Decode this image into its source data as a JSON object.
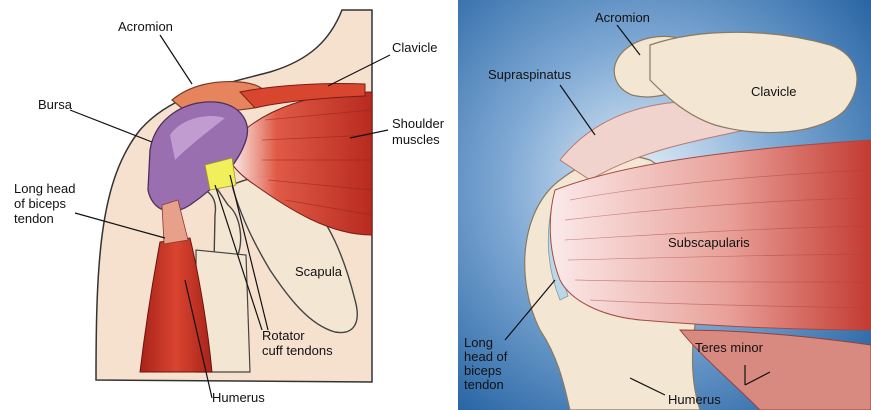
{
  "left_panel": {
    "labels": {
      "acromion": "Acromion",
      "clavicle": "Clavicle",
      "bursa": "Bursa",
      "shoulder_muscles": [
        "Shoulder",
        "muscles"
      ],
      "long_head": [
        "Long head",
        "of biceps",
        "tendon"
      ],
      "scapula": "Scapula",
      "rotator_cuff": [
        "Rotator",
        "cuff tendons"
      ],
      "humerus": "Humerus"
    }
  },
  "right_panel": {
    "labels": {
      "acromion": "Acromion",
      "supraspinatus": "Supraspinatus",
      "clavicle": "Clavicle",
      "subscapularis": "Subscapularis",
      "long_head": [
        "Long",
        "head of",
        "biceps",
        "tendon"
      ],
      "teres_minor": "Teres minor",
      "humerus": "Humerus"
    }
  },
  "colors": {
    "skin": "#f6e1cf",
    "bone": "#f3e7d4",
    "muscle": "#c8382c",
    "bursa": "#9a6fb0",
    "tendon_highlight": "#f2f05a",
    "background_right": "#2a6aa8"
  }
}
